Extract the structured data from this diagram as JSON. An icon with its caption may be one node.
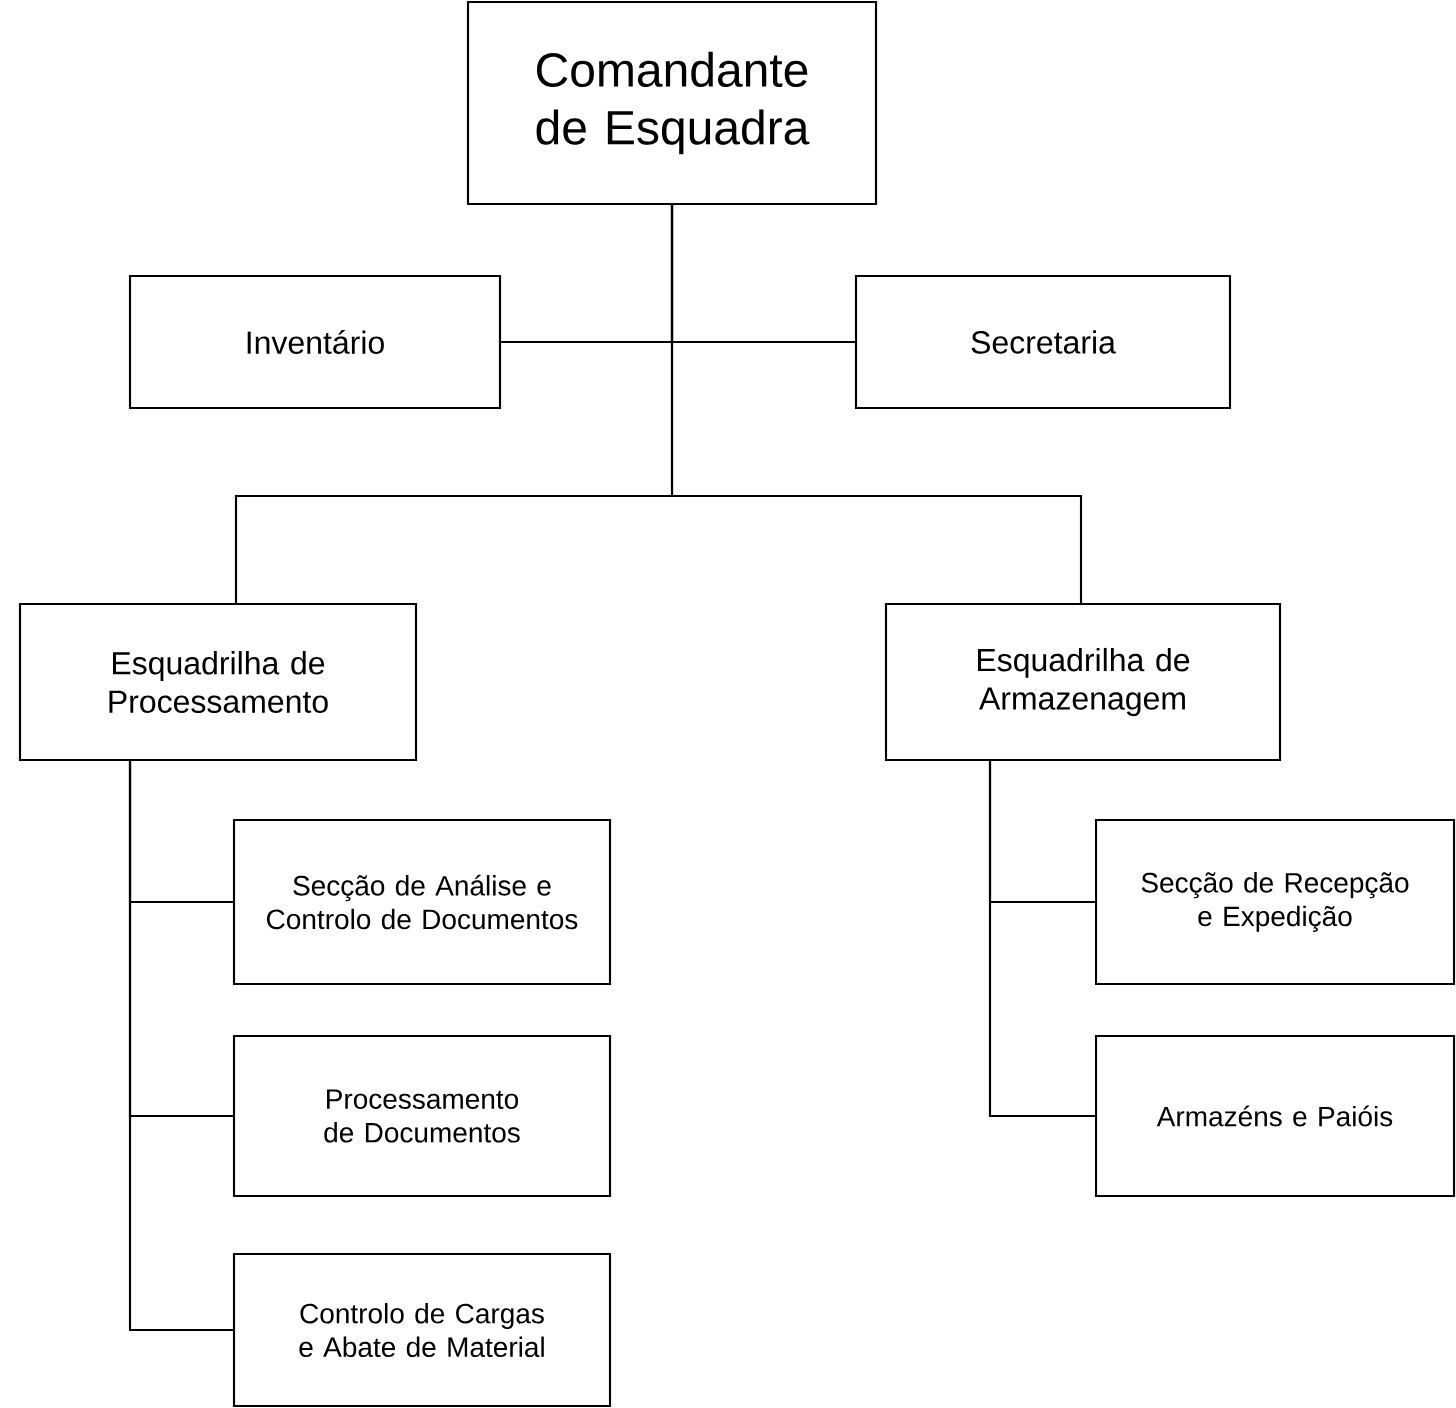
{
  "diagram": {
    "nodes": [
      {
        "text": [
          "Comandante de Esquadra"
        ]
      },
      {
        "text": [
          "Inventário"
        ]
      },
      {
        "text": [
          "Secretaria"
        ]
      },
      {
        "text": [
          "Esquadrilha de Processamento"
        ]
      },
      {
        "text": [
          "Esquadrilha de Armazenagem"
        ]
      },
      {
        "text": [
          "Secção de Análise e Controlo de Documentos"
        ]
      },
      {
        "text": [
          "Processamento de Documentos"
        ]
      },
      {
        "text": [
          "Controlo de Cargas e Abate de Material"
        ]
      },
      {
        "text": [
          "Secção de Recepção e Expedição"
        ]
      },
      {
        "text": [
          "Armazéns e Paióis"
        ]
      }
    ],
    "edges": [
      {
        "from": 0,
        "to": 1,
        "arrow": "none"
      },
      {
        "from": 0,
        "to": 2,
        "arrow": "none"
      },
      {
        "from": 0,
        "to": 3,
        "arrow": "none"
      },
      {
        "from": 0,
        "to": 4,
        "arrow": "none"
      },
      {
        "from": 3,
        "to": 5,
        "arrow": "none"
      },
      {
        "from": 3,
        "to": 6,
        "arrow": "none"
      },
      {
        "from": 3,
        "to": 7,
        "arrow": "none"
      },
      {
        "from": 4,
        "to": 8,
        "arrow": "none"
      },
      {
        "from": 4,
        "to": 9,
        "arrow": "none"
      }
    ]
  }
}
